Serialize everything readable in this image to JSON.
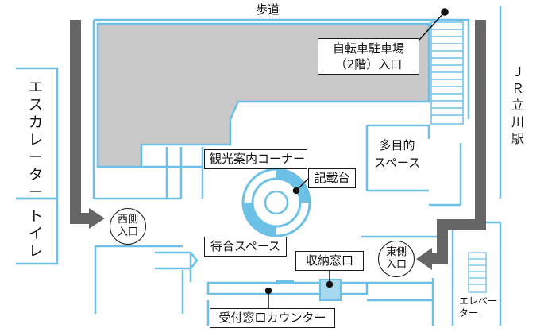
{
  "labels": {
    "sidewalk": "歩道",
    "bicycle_parking": "自転車駐車場",
    "bicycle_parking_entrance": "（2階）入口",
    "multipurpose_space": "多目的",
    "multipurpose_space_line2": "スペース",
    "tourist_info_corner": "観光案内コーナー",
    "writing_desk": "記載台",
    "west_entrance": "西側",
    "west_entrance_line2": "入口",
    "east_entrance": "東側",
    "east_entrance_line2": "入口",
    "waiting_space": "待合スペース",
    "payment_window": "収納窓口",
    "reception_counter": "受付窓口カウンター",
    "escalator": "エスカレーター",
    "toilet": "トイレ",
    "jr_station": "ＪＲ立川駅",
    "elevator": "エレベーター"
  },
  "colors": {
    "wall": "#6cc0e6",
    "floor_gray": "#c8c8c8",
    "arrow": "#666666",
    "text": "#111111"
  },
  "icons": {
    "entrance_arrow": "arrow-right-icon",
    "pointer_dot": "dot-marker-icon",
    "info_desk": "round-desk-icon"
  }
}
